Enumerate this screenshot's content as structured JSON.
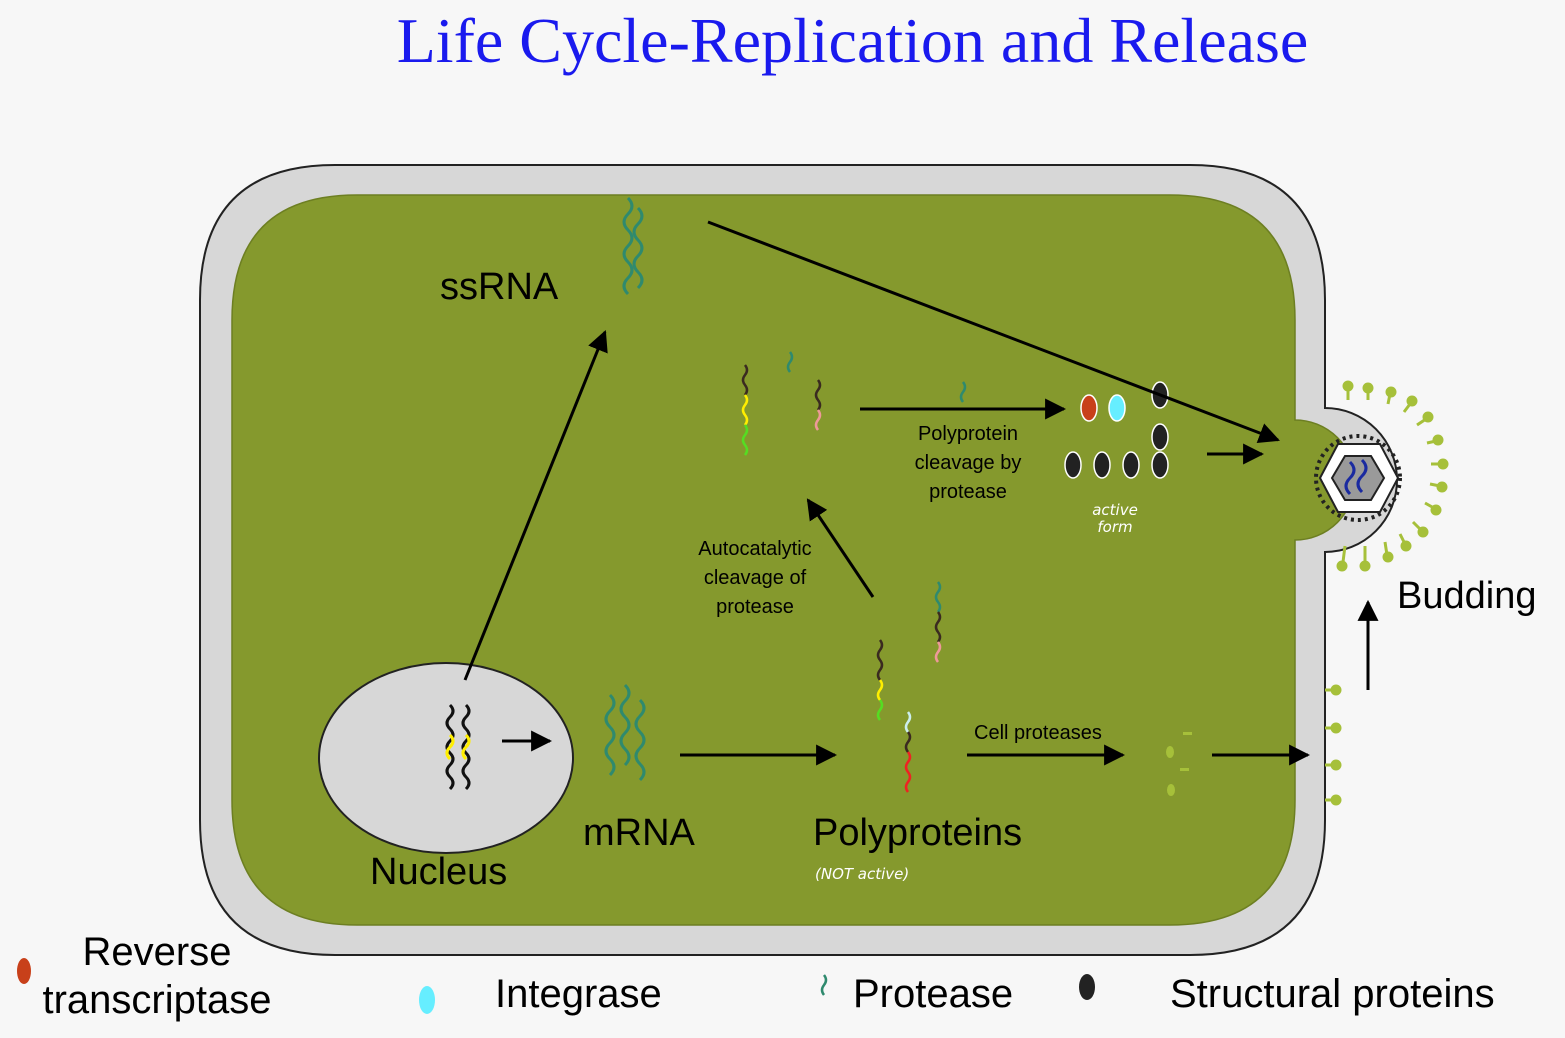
{
  "title": "Life Cycle-Replication and Release",
  "labels": {
    "ssrna": "ssRNA",
    "mrna": "mRNA",
    "nucleus": "Nucleus",
    "polyproteins": "Polyproteins",
    "not_active": "(NOT active)",
    "budding": "Budding",
    "cell_proteases": "Cell proteases",
    "autocatalytic": [
      "Autocatalytic",
      "cleavage of",
      "protease"
    ],
    "polyprotein_cleavage": [
      "Polyprotein",
      "cleavage by",
      "protease"
    ],
    "active_form": [
      "active",
      "form"
    ]
  },
  "legend": {
    "reverse_transcriptase": [
      "Reverse",
      "transcriptase"
    ],
    "integrase": "Integrase",
    "protease": "Protease",
    "structural": "Structural proteins"
  },
  "colors": {
    "title": "#1a1aee",
    "cytoplasm": "#85992d",
    "membrane": "#d7d7d7",
    "reverse_transcriptase": "#c8401a",
    "integrase": "#66eeff",
    "protease": "#2f8a6e",
    "structural": "#222222",
    "spike": "#a6c03a"
  }
}
